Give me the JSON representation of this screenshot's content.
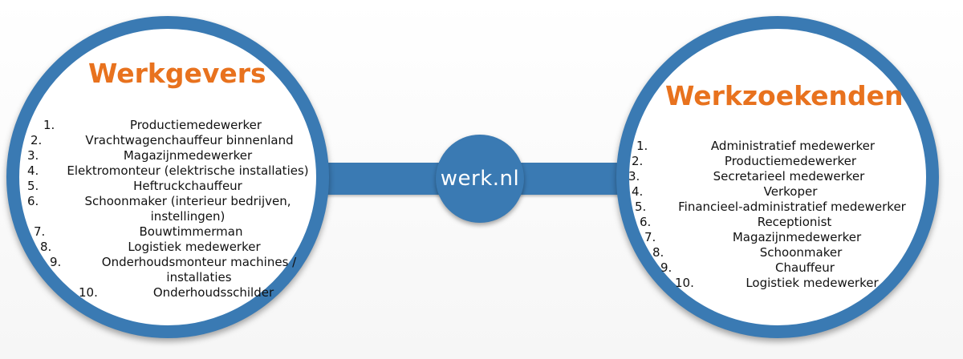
{
  "hub": {
    "label": "werk.nl"
  },
  "employers": {
    "title": "Werkgevers",
    "items": [
      {
        "num": "1.",
        "text": "Productiemedewerker"
      },
      {
        "num": "2.",
        "text": "Vrachtwagenchauffeur binnenland"
      },
      {
        "num": "3.",
        "text": "Magazijnmedewerker"
      },
      {
        "num": "4.",
        "text": "Elektromonteur (elektrische installaties)"
      },
      {
        "num": "5.",
        "text": "Heftruckchauffeur"
      },
      {
        "num": "6.",
        "text": "Schoonmaker (interieur bedrijven, instellingen)"
      },
      {
        "num": "7.",
        "text": "Bouwtimmerman"
      },
      {
        "num": "8.",
        "text": "Logistiek medewerker"
      },
      {
        "num": "9.",
        "text": "Onderhoudsmonteur machines / installaties"
      },
      {
        "num": "10.",
        "text": "Onderhoudsschilder"
      }
    ]
  },
  "jobseekers": {
    "title": "Werkzoekenden",
    "items": [
      {
        "num": "1.",
        "text": "Administratief medewerker"
      },
      {
        "num": "2.",
        "text": "Productiemedewerker"
      },
      {
        "num": "3.",
        "text": "Secretarieel medewerker"
      },
      {
        "num": "4.",
        "text": "Verkoper"
      },
      {
        "num": "5.",
        "text": "Financieel-administratief medewerker"
      },
      {
        "num": "6.",
        "text": "Receptionist"
      },
      {
        "num": "7.",
        "text": "Magazijnmedewerker"
      },
      {
        "num": "8.",
        "text": "Schoonmaker"
      },
      {
        "num": "9.",
        "text": "Chauffeur"
      },
      {
        "num": "10.",
        "text": "Logistiek medewerker"
      }
    ]
  },
  "colors": {
    "circle_blue": "#3a7ab3",
    "title_orange": "#e8721e"
  }
}
